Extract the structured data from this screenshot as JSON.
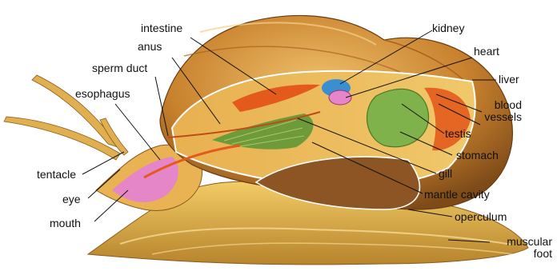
{
  "labels": {
    "intestine": "intestine",
    "anus": "anus",
    "sperm_duct": "sperm duct",
    "esophagus": "esophagus",
    "tentacle": "tentacle",
    "eye": "eye",
    "mouth": "mouth",
    "kidney": "kidney",
    "heart": "heart",
    "liver": "liver",
    "blood_vessels_1": "blood",
    "blood_vessels_2": "vessels",
    "testis": "testis",
    "stomach": "stomach",
    "gill": "gill",
    "mantle_cavity": "mantle cavity",
    "operculum": "operculum",
    "muscular_foot_1": "muscular",
    "muscular_foot_2": "foot"
  },
  "colors": {
    "shell": "#c9822e",
    "shell_light": "#e0a24a",
    "foot": "#d9a23c",
    "foot_light": "#ecc25c",
    "organ_orange": "#e35a1c",
    "gill_green": "#6e9a3a",
    "liver_green": "#7fb24a",
    "kidney_blue": "#3a8fd0",
    "mouth_pink": "#e486c8",
    "leader": "#111111"
  }
}
